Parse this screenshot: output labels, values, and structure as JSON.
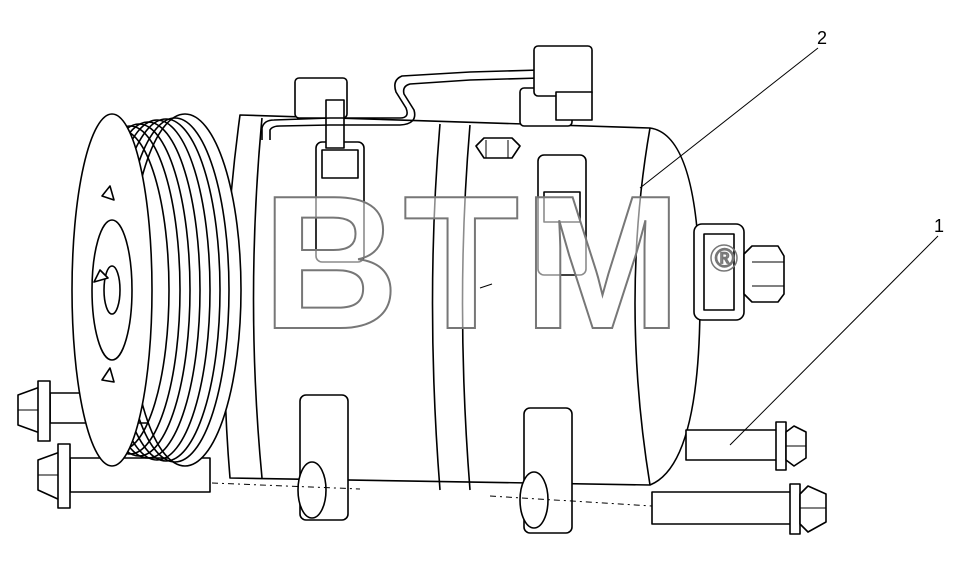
{
  "callouts": [
    {
      "number": "1",
      "part": "bolt"
    },
    {
      "number": "2",
      "part": "compressor"
    }
  ],
  "watermark": {
    "text": "BTM",
    "registered_mark": "®"
  },
  "colors": {
    "line": "#000000",
    "background": "#ffffff",
    "watermark_outline": "#777777"
  }
}
